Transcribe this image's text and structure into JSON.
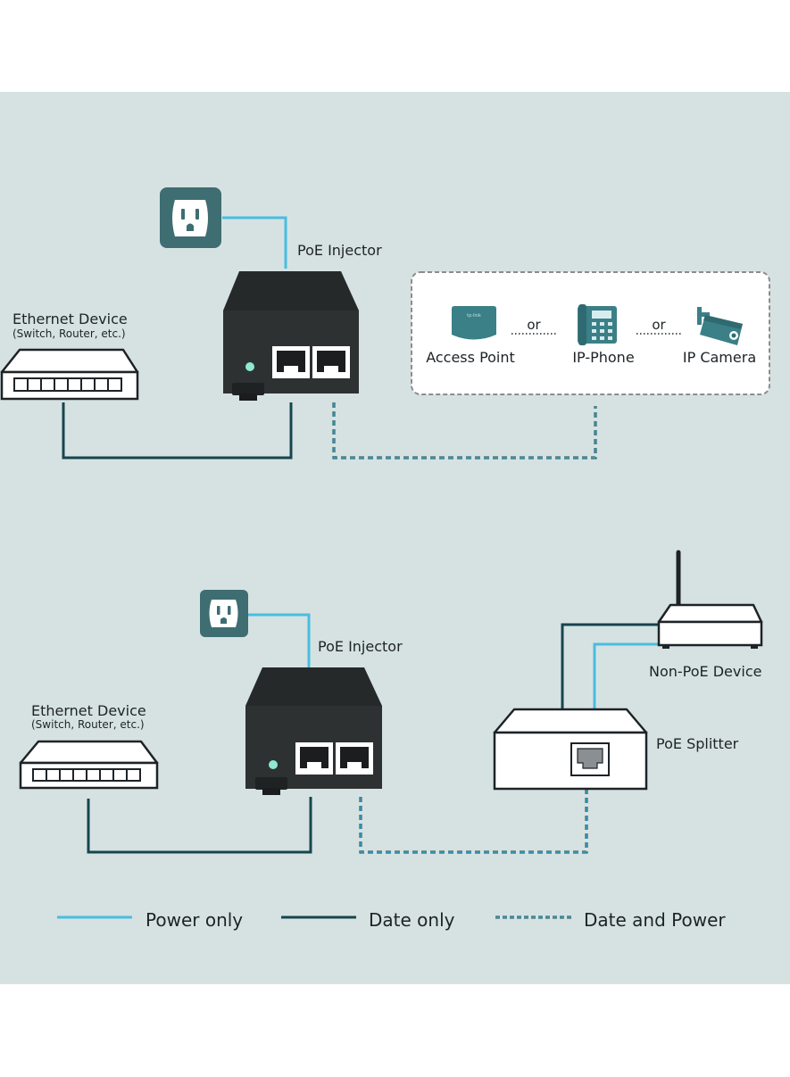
{
  "colors": {
    "background": "#d6e2e2",
    "power_line": "#49bde0",
    "data_line": "#17454f",
    "injector_body": "#2e3132",
    "outlet_tile": "#3e6d72",
    "device_teal": "#3b7f87",
    "led": "#8fe8d2"
  },
  "diagram1": {
    "injector_label": "PoE Injector",
    "ethernet_title": "Ethernet Device",
    "ethernet_subtitle": "(Switch, Router, etc.)",
    "devices": {
      "access_point": "Access Point",
      "separator_1": "or",
      "ip_phone": "IP-Phone",
      "separator_2": "or",
      "ip_camera": "IP Camera"
    }
  },
  "diagram2": {
    "injector_label": "PoE Injector",
    "ethernet_title": "Ethernet Device",
    "ethernet_subtitle": "(Switch, Router, etc.)",
    "non_poe_label": "Non-PoE Device",
    "splitter_label": "PoE Splitter"
  },
  "legend": {
    "power_only": "Power only",
    "data_only": "Date only",
    "data_and_power": "Date and Power"
  }
}
